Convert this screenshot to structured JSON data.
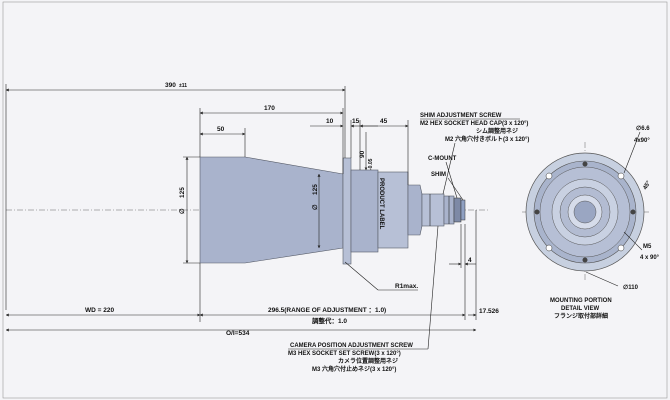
{
  "dimensions": {
    "total_length": "390",
    "total_tol": "±11",
    "len_170": "170",
    "len_50": "50",
    "len_10": "10",
    "len_15": "15",
    "len_45": "45",
    "dia_125a": "125",
    "dia_125b": "125",
    "dia_90": "90",
    "dia_sym": "∅",
    "dia_tol": "-0.05",
    "len_4": "4",
    "wd": "WD = 220",
    "adjust_range": "296.5(RANGE OF ADJUSTMENT ：1.0)",
    "adjust_jp": "調整代：1.0",
    "oi": "O/I=534",
    "flange": "17.526",
    "r1max": "R1max."
  },
  "labels": {
    "product_label": "PRODUCT LABEL",
    "c_mount": "C-MOUNT",
    "shim": "SHIM",
    "shim_screw_1": "SHIM ADJUSTMENT SCREW",
    "shim_screw_2": "M2 HEX SOCKET HEAD CAP(3 x 120°)",
    "shim_screw_jp1": "シム調整用ネジ",
    "shim_screw_jp2": "M2 六角穴付きボルト(3 x 120°)",
    "cam_screw_1": "CAMERA POSITION ADJUSTMENT SCREW",
    "cam_screw_2": "M3 HEX SOCKET SET SCREW(3 x 120°)",
    "cam_screw_jp1": "カメラ位置調整用ネジ",
    "cam_screw_jp2": "M3 六角穴付止めネジ(3 x 120°)",
    "mount_1": "MOUNTING PORTION",
    "mount_2": "DETAIL VIEW",
    "mount_jp": "フランジ取付部詳細",
    "hole_dia": "6.6",
    "hole_count": "4x90°",
    "angle": "45°",
    "m5": "M5",
    "m5_count": "4 x 90°",
    "dia_110": "110"
  }
}
